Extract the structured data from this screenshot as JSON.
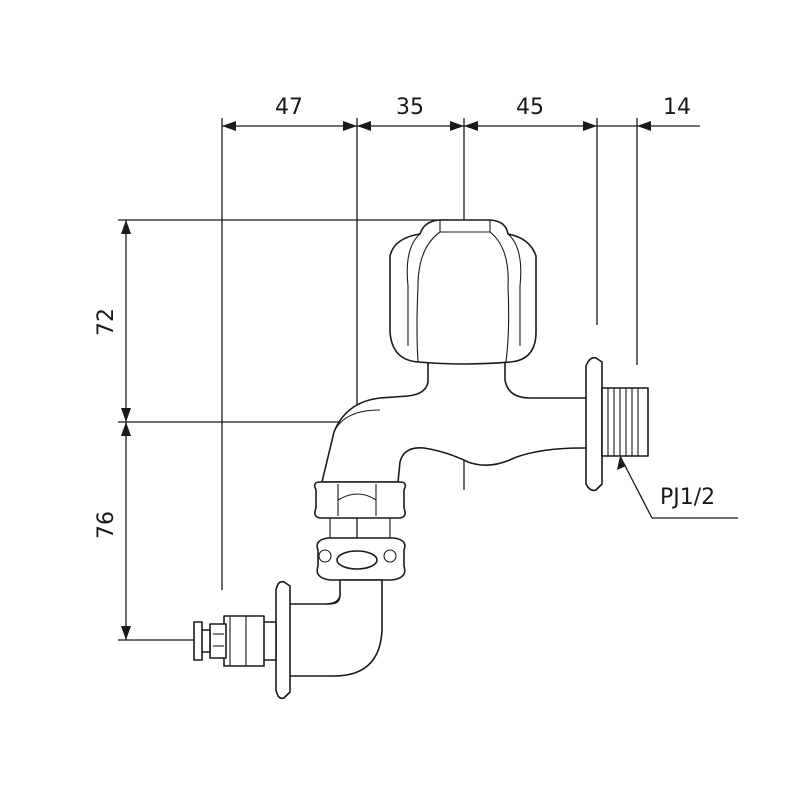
{
  "dimensions": {
    "horizontal": [
      "47",
      "35",
      "45",
      "14"
    ],
    "vertical_upper": "72",
    "vertical_lower": "76"
  },
  "callout": {
    "thread_label": "PJ1/2"
  }
}
